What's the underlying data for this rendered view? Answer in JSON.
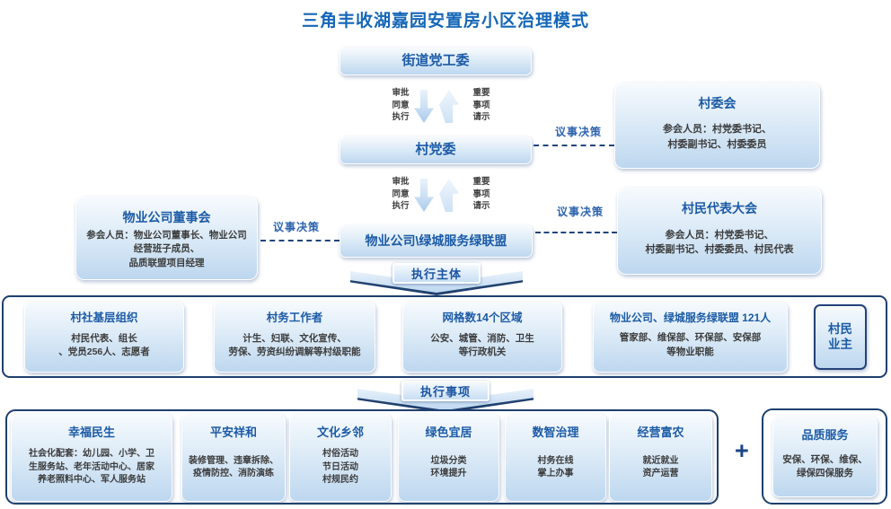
{
  "title": "三角丰收湖嘉园安置房小区治理模式",
  "colors": {
    "accent": "#1567b7",
    "box_title": "#1c5ba6",
    "navy_border": "#1d3f6e",
    "body_text": "#3c3c3c"
  },
  "flow": {
    "street_party_committee": "街道党工委",
    "village_party_committee": "村党委",
    "property_alliance": "物业公司\\绿城服务绿联盟",
    "down_flow_label": "审批\n同意\n执行",
    "up_flow_label": "重要\n事项\n请示",
    "decision_labels": [
      "议事决策",
      "议事决策",
      "议事决策"
    ],
    "exec_subject_label": "执行主体",
    "exec_items_label": "执行事项",
    "plus_sign": "+"
  },
  "panels": {
    "village_committee": {
      "title": "村委会",
      "body": "参会人员：村党委书记、\n村委副书记、村委委员"
    },
    "property_board": {
      "title": "物业公司董事会",
      "body": "参会人员：物业公司董事长、物业公司\n经营班子成员、\n品质联盟项目经理"
    },
    "villager_congress": {
      "title": "村民代表大会",
      "body": "参会人员：村党委书记、\n村委副书记、村委委员、村民代表"
    }
  },
  "executors": [
    {
      "title": "村社基层组织",
      "body": "村民代表、组长\n、党员256人、志愿者"
    },
    {
      "title": "村务工作者",
      "body": "计生、妇联、文化宣传、\n劳保、劳资纠纷调解等村级职能"
    },
    {
      "title": "网格数14个区域",
      "body": "公安、城管、消防、卫生\n等行政机关"
    },
    {
      "title": "物业公司、绿城服务绿联盟 121人",
      "body": "管家部、维保部、环保部、安保部\n等物业职能"
    }
  ],
  "villager_owner": {
    "label": "村民\n业主"
  },
  "tasks": [
    {
      "title": "幸福民生",
      "body": "社会化配套：幼儿园、小学、卫\n生服务站、老年活动中心、居家\n养老照料中心、军人服务站"
    },
    {
      "title": "平安祥和",
      "body": "装修管理、违章拆除、\n疫情防控、消防演练"
    },
    {
      "title": "文化乡邻",
      "body": "村俗活动\n节日活动\n村规民约"
    },
    {
      "title": "绿色宜居",
      "body": "垃圾分类\n环境提升"
    },
    {
      "title": "数智治理",
      "body": "村务在线\n掌上办事"
    },
    {
      "title": "经营富农",
      "body": "就近就业\n资产运营"
    }
  ],
  "quality_service": {
    "title": "品质服务",
    "body": "安保、环保、维保、\n绿保四保服务"
  }
}
